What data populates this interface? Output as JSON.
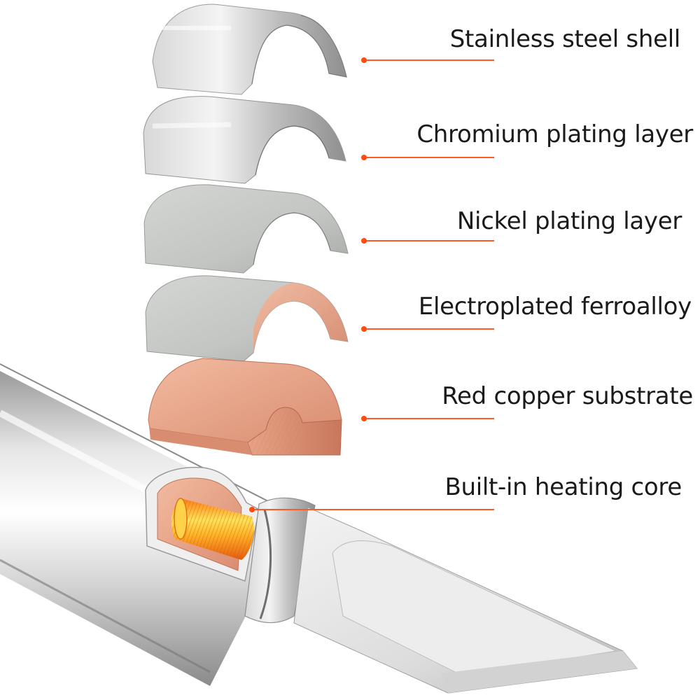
{
  "diagram": {
    "layers": [
      {
        "label": "Stainless steel shell"
      },
      {
        "label": "Chromium plating layer"
      },
      {
        "label": "Nickel plating layer"
      },
      {
        "label": "Electroplated ferroalloy"
      },
      {
        "label": "Red copper substrate"
      },
      {
        "label": "Built-in heating core"
      }
    ]
  },
  "colors": {
    "leader_line": "#ff5a1f",
    "leader_glow": "#ffb08a",
    "steel_light": "#f1f1f1",
    "steel_mid": "#c9c9c9",
    "steel_dark": "#8e8e8e",
    "copper_light": "#f0b59a",
    "copper_mid": "#e39a7e",
    "copper_dark": "#c97a5e",
    "coil_yellow": "#ffe04a",
    "coil_orange": "#ff8a1c",
    "background": "#ffffff"
  }
}
